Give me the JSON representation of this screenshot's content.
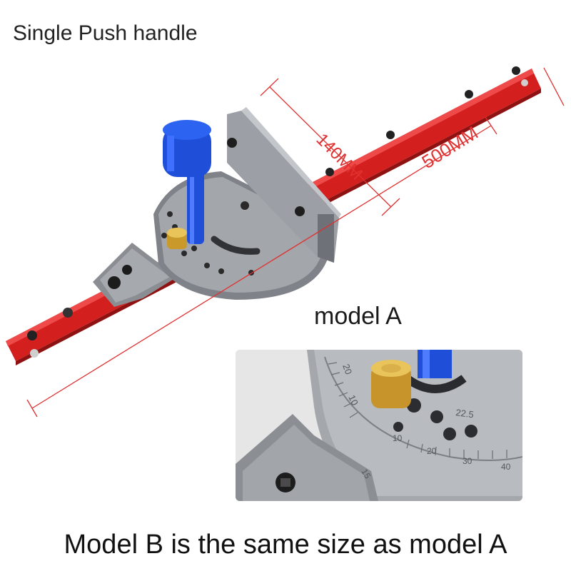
{
  "title": "Single Push handle",
  "dimensions": {
    "fence_length": "140MM",
    "bar_length": "500MM"
  },
  "labels": {
    "model_a": "model A",
    "caption": "Model B is the same size as model A"
  },
  "scale_marks": {
    "inset_right": [
      "22.5",
      "20",
      "30",
      "40",
      "10"
    ],
    "inset_left": [
      "20",
      "10",
      "15"
    ]
  },
  "colors": {
    "bar": "#d41f1f",
    "knob": "#1f4fd8",
    "body": "#9a9da3",
    "brass": "#d4a93a",
    "dimension_line": "#e03030"
  },
  "icons": [
    "push-knob-icon",
    "brass-lock-knob-icon",
    "screw-icon"
  ]
}
